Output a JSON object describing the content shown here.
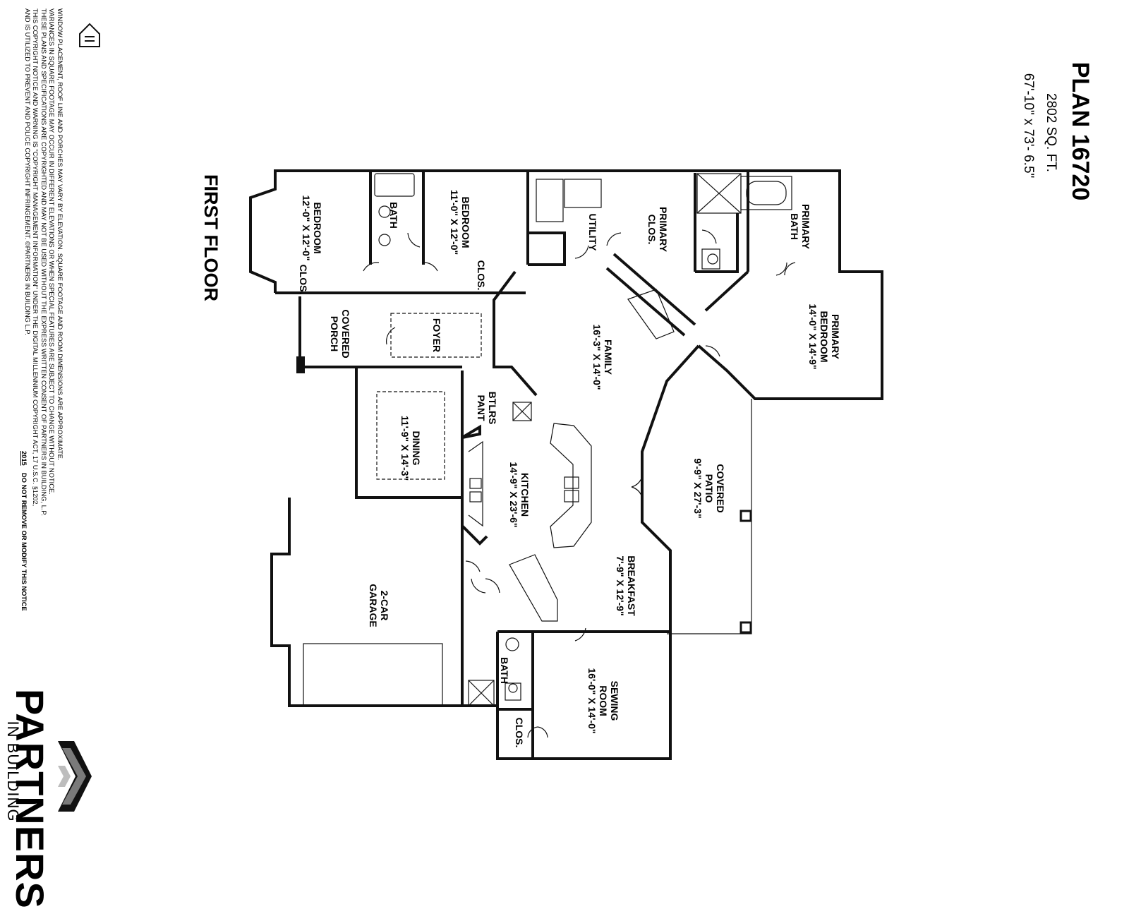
{
  "plan": {
    "title": "PLAN 16720",
    "sqft": "2802 SQ. FT.",
    "dimensions": "67'-10\" x 73'- 6.5\""
  },
  "floor_label": "FIRST FLOOR",
  "rooms": {
    "bedroom_left": {
      "name": "BEDROOM",
      "size": "12'-0\" X 12'-0\""
    },
    "bath_left": {
      "name": "BATH"
    },
    "bedroom_mid": {
      "name": "BEDROOM",
      "size": "11'-0\" X 12'-0\""
    },
    "clos_left": {
      "name": "CLOS."
    },
    "clos_mid": {
      "name": "CLOS."
    },
    "utility": {
      "name": "UTILITY"
    },
    "primary_clos": {
      "line1": "PRIMARY",
      "line2": "CLOS."
    },
    "primary_bath": {
      "line1": "PRIMARY",
      "line2": "BATH"
    },
    "primary_bedroom": {
      "line1": "PRIMARY",
      "line2": "BEDROOM",
      "size": "14'-0\" X 14'-9\""
    },
    "covered_porch": {
      "line1": "COVERED",
      "line2": "PORCH"
    },
    "foyer": {
      "name": "FOYER"
    },
    "family": {
      "name": "FAMILY",
      "size": "16'-3\" X 14'-0\""
    },
    "dining": {
      "name": "DINING",
      "size": "11'-9\" X 14'-3\""
    },
    "btlrs_pant": {
      "line1": "BTLRS",
      "line2": "PANT"
    },
    "kitchen": {
      "name": "KITCHEN",
      "size": "14'-9\" X 23'-6\""
    },
    "covered_patio": {
      "line1": "COVERED",
      "line2": "PATIO",
      "size": "9'-9\" X 27'-3\""
    },
    "breakfast": {
      "name": "BREAKFAST",
      "size": "7'-9\" X 12'-9\""
    },
    "garage": {
      "line1": "2-CAR",
      "line2": "GARAGE"
    },
    "bath_lower": {
      "name": "BATH"
    },
    "sewing": {
      "line1": "SEWING",
      "line2": "ROOM",
      "size": "16'-0\" X 14'-0\""
    },
    "clos_lower": {
      "name": "CLOS."
    }
  },
  "notice": {
    "line1": "WINDOW PLACEMENT, ROOF LINE AND PORCHES MAY VARY BY ELEVATION.  SQUARE FOOTAGE AND ROOM DIMENSIONS ARE APPROXIMATE.",
    "line2": "VARIANCES IN SQUARE FOOTAGE MAY OCCUR IN DIFFERENT ELEVATIONS OR WHEN SPECIAL FEATURES ARE SUBJECT TO CHANGE WITHOUT NOTICE.",
    "line3": "THESE PLANS AND SPECIFICATIONS ARE COPYRIGHTED AND MAY NOT BE USED WITHOUT THE EXPRESS WRITTEN CONSENT OF PARTNERS IN BUILDING, L.P.",
    "line4": "THIS COPYRIGHT NOTICE AND WARNING IS \"COPYRIGHT MANAGEMENT INFORMATION\" UNDER THE DIGITAL MILLENNIUM COPYRIGHT ACT, 17 U.S.C.   §1202,",
    "line5": "AND IS UTILIZED TO PREVENT AND POLICE COPYRIGHT INFRINGEMENT.  ©PARTNERS IN BUILDING L.P.",
    "year": "2015",
    "do_not_remove": "DO NOT REMOVE OR MODIFY THIS NOTICE"
  },
  "brand": {
    "name": "PARTNERS",
    "tagline": "IN BUILDING"
  },
  "colors": {
    "ink": "#111111",
    "grey": "#9a9a9a",
    "light_grey": "#d0d0d0"
  }
}
